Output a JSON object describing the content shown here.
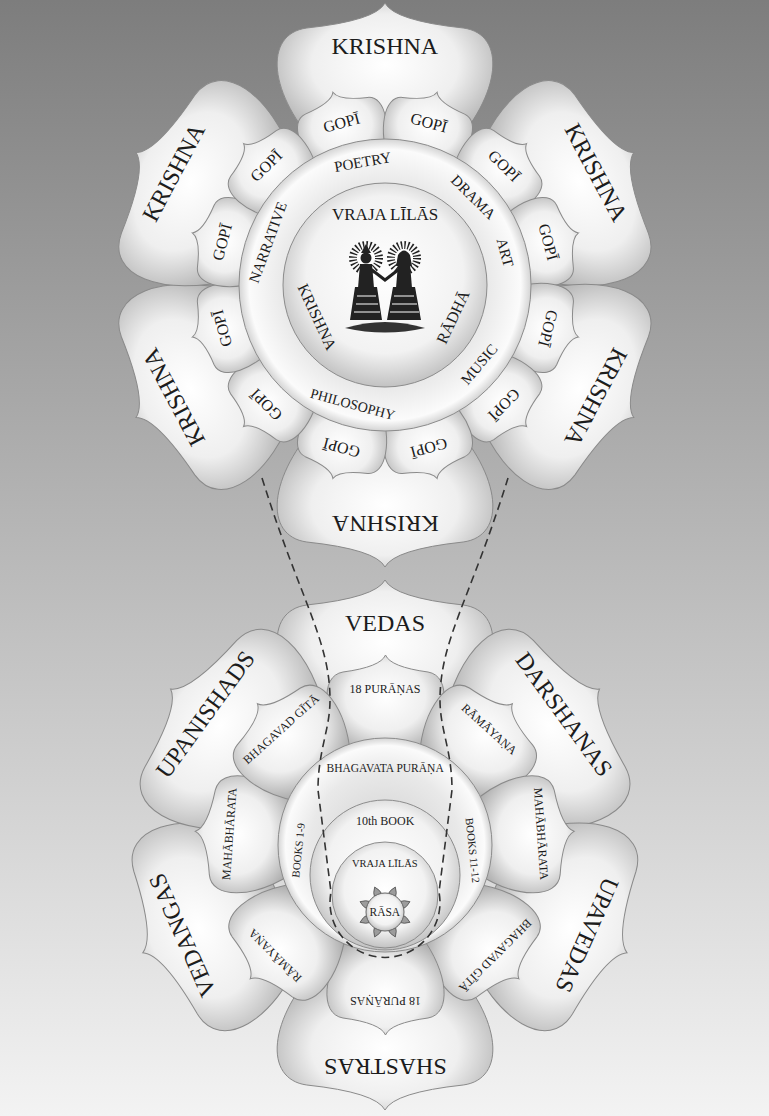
{
  "diagram": {
    "nodes": [
      {
        "text": [
          "KRISHNA"
        ]
      },
      {
        "text": [
          "KRISHNA"
        ]
      },
      {
        "text": [
          "KRISHNA"
        ]
      },
      {
        "text": [
          "KRISHNA"
        ]
      },
      {
        "text": [
          "KRISHNA"
        ]
      },
      {
        "text": [
          "KRISHNA"
        ]
      },
      {
        "text": [
          "GOPĪ"
        ]
      },
      {
        "text": [
          "GOPĪ"
        ]
      },
      {
        "text": [
          "GOPĪ"
        ]
      },
      {
        "text": [
          "GOPĪ"
        ]
      },
      {
        "text": [
          "GOPĪ"
        ]
      },
      {
        "text": [
          "GOPĪ"
        ]
      },
      {
        "text": [
          "GOPĪ"
        ]
      },
      {
        "text": [
          "GOPĪ"
        ]
      },
      {
        "text": [
          "GOPĪ"
        ]
      },
      {
        "text": [
          "GOPĪ"
        ]
      },
      {
        "text": [
          "GOPĪ"
        ]
      },
      {
        "text": [
          "GOPĪ"
        ]
      },
      {
        "text": [
          "POETRY",
          "DRAMA",
          "ART",
          "MUSIC",
          "PHILOSOPHY",
          "NARRATIVE"
        ]
      },
      {
        "text": [
          "VRAJA LĪLĀS",
          "KRISHNA",
          "RĀDHĀ"
        ],
        "in": 18
      },
      {
        "text": [
          "VEDAS"
        ]
      },
      {
        "text": [
          "DARSHANAS"
        ]
      },
      {
        "text": [
          "UPAVEDAS"
        ]
      },
      {
        "text": [
          "SHASTRAS"
        ]
      },
      {
        "text": [
          "VEDANGAS"
        ]
      },
      {
        "text": [
          "UPANISHADS"
        ]
      },
      {
        "text": [
          "18 PURĀṆAS"
        ]
      },
      {
        "text": [
          "RĀMĀYAṆA"
        ]
      },
      {
        "text": [
          "MAHĀBHĀRATA"
        ]
      },
      {
        "text": [
          "BHAGAVAD GĪTĀ"
        ]
      },
      {
        "text": [
          "18 PURĀṆAS"
        ]
      },
      {
        "text": [
          "RĀMĀYAṆA"
        ]
      },
      {
        "text": [
          "MAHĀBHĀRATA"
        ]
      },
      {
        "text": [
          "BHAGAVAD GĪTĀ"
        ]
      },
      {
        "text": [
          "BHAGAVATA PURĀṆA",
          "BOOKS 1-9",
          "BOOKS 11-12"
        ]
      },
      {
        "text": [
          "10th BOOK"
        ],
        "in": 34
      },
      {
        "text": [
          "VRAJA LĪLĀS"
        ],
        "in": 35
      },
      {
        "text": [
          "RĀSA"
        ],
        "in": 36
      }
    ]
  }
}
